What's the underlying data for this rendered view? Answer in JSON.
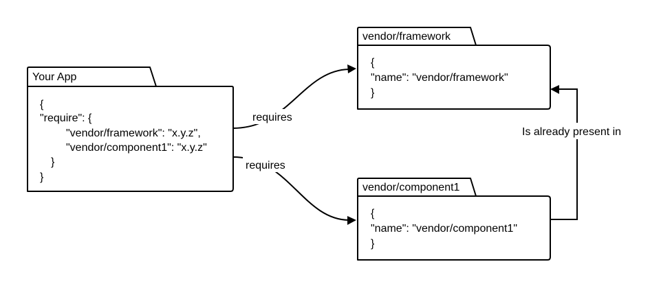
{
  "nodes": {
    "your_app": {
      "title": "Your App",
      "lines": [
        "{",
        "\"require\": {",
        "\"vendor/framework\": \"x.y.z\",",
        "\"vendor/component1\": \"x.y.z\"",
        "}",
        "}"
      ]
    },
    "framework": {
      "title": "vendor/framework",
      "lines": [
        "{",
        "\"name\": \"vendor/framework\"",
        "}"
      ]
    },
    "component": {
      "title": "vendor/component1",
      "lines": [
        "{",
        "\"name\": \"vendor/component1\"",
        "}"
      ]
    }
  },
  "edges": {
    "requires_framework": "requires",
    "requires_component": "requires",
    "already_present": "Is already present in"
  }
}
